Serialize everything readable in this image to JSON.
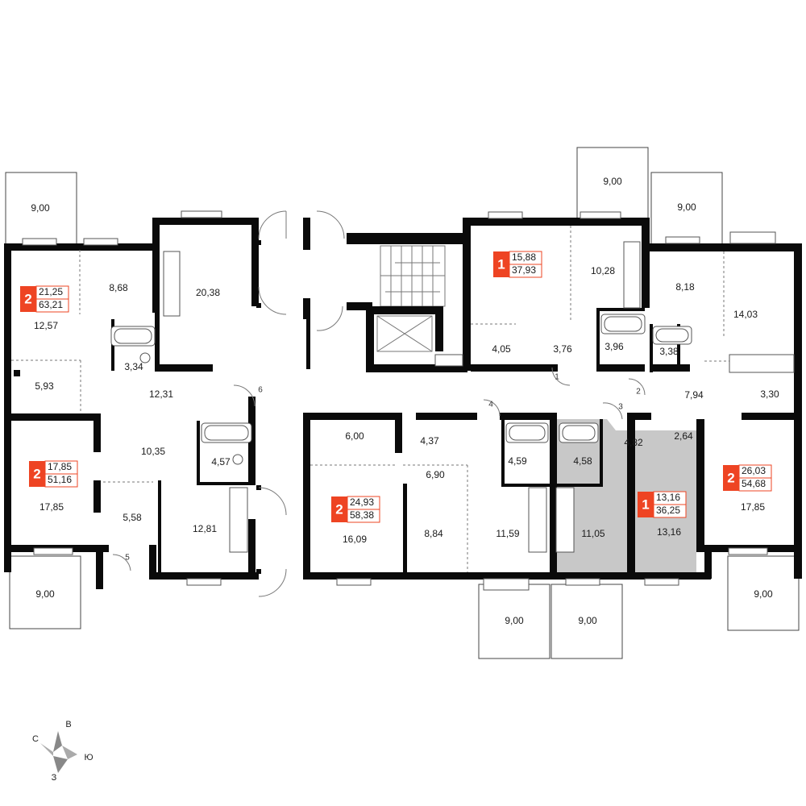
{
  "plan": {
    "balconies": [
      {
        "id": "b1",
        "area": "9,00"
      },
      {
        "id": "b2",
        "area": "9,00"
      },
      {
        "id": "b3",
        "area": "9,00"
      },
      {
        "id": "b4",
        "area": "9,00"
      },
      {
        "id": "b5",
        "area": "9,00"
      },
      {
        "id": "b6",
        "area": "9,00"
      },
      {
        "id": "b7",
        "area": "9,00"
      }
    ],
    "apartments": [
      {
        "id": "apt-a",
        "rooms": "2",
        "living": "21,25",
        "total": "63,21"
      },
      {
        "id": "apt-b",
        "rooms": "2",
        "living": "17,85",
        "total": "51,16"
      },
      {
        "id": "apt-c",
        "rooms": "2",
        "living": "24,93",
        "total": "58,38"
      },
      {
        "id": "apt-d",
        "rooms": "1",
        "living": "15,88",
        "total": "37,93"
      },
      {
        "id": "apt-e",
        "rooms": "1",
        "living": "13,16",
        "total": "36,25"
      },
      {
        "id": "apt-f",
        "rooms": "2",
        "living": "26,03",
        "total": "54,68"
      }
    ],
    "rooms": [
      {
        "id": "r1",
        "area": "8,68"
      },
      {
        "id": "r2",
        "area": "20,38"
      },
      {
        "id": "r3",
        "area": "12,57"
      },
      {
        "id": "r4",
        "area": "3,34"
      },
      {
        "id": "r5",
        "area": "5,93"
      },
      {
        "id": "r6",
        "area": "12,31"
      },
      {
        "id": "r7",
        "area": "10,35"
      },
      {
        "id": "r8",
        "area": "4,57"
      },
      {
        "id": "r9",
        "area": "17,85"
      },
      {
        "id": "r10",
        "area": "5,58"
      },
      {
        "id": "r11",
        "area": "12,81"
      },
      {
        "id": "r12",
        "area": "6,00"
      },
      {
        "id": "r13",
        "area": "4,37"
      },
      {
        "id": "r14",
        "area": "6,90"
      },
      {
        "id": "r15",
        "area": "4,59"
      },
      {
        "id": "r16",
        "area": "4,58"
      },
      {
        "id": "r17",
        "area": "4,82"
      },
      {
        "id": "r18",
        "area": "2,64"
      },
      {
        "id": "r19",
        "area": "16,09"
      },
      {
        "id": "r20",
        "area": "8,84"
      },
      {
        "id": "r21",
        "area": "11,59"
      },
      {
        "id": "r22",
        "area": "11,05"
      },
      {
        "id": "r23",
        "area": "13,16"
      },
      {
        "id": "r24",
        "area": "17,85"
      },
      {
        "id": "r25",
        "area": "10,28"
      },
      {
        "id": "r26",
        "area": "4,05"
      },
      {
        "id": "r27",
        "area": "3,76"
      },
      {
        "id": "r28",
        "area": "3,96"
      },
      {
        "id": "r29",
        "area": "8,18"
      },
      {
        "id": "r30",
        "area": "14,03"
      },
      {
        "id": "r31",
        "area": "3,38"
      },
      {
        "id": "r32",
        "area": "7,94"
      },
      {
        "id": "r33",
        "area": "3,30"
      }
    ],
    "door_markers": [
      {
        "id": "m1",
        "label": "1"
      },
      {
        "id": "m2",
        "label": "2"
      },
      {
        "id": "m3",
        "label": "3"
      },
      {
        "id": "m4",
        "label": "4"
      },
      {
        "id": "m5",
        "label": "5"
      },
      {
        "id": "m6",
        "label": "6"
      }
    ],
    "compass": {
      "north": "С",
      "east": "В",
      "south": "Ю",
      "west": "З"
    }
  },
  "colors": {
    "accent": "#ee4423",
    "wall": "#0a0a0a",
    "highlight": "#c8c8c8"
  }
}
